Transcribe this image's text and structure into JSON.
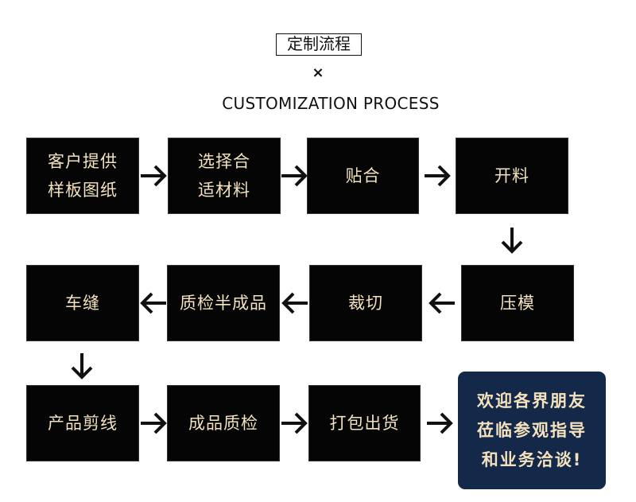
{
  "header": {
    "title_cn": "定制流程",
    "separator": "×",
    "title_en": "CUSTOMIZATION PROCESS"
  },
  "steps": [
    {
      "lines": [
        "客户提供",
        "样板图纸"
      ]
    },
    {
      "lines": [
        "选择合",
        "适材料"
      ]
    },
    {
      "lines": [
        "贴合"
      ]
    },
    {
      "lines": [
        "开料"
      ]
    },
    {
      "lines": [
        "压模"
      ]
    },
    {
      "lines": [
        "裁切"
      ]
    },
    {
      "lines": [
        "质检半成品"
      ]
    },
    {
      "lines": [
        "车缝"
      ]
    },
    {
      "lines": [
        "产品剪线"
      ]
    },
    {
      "lines": [
        "成品质检"
      ]
    },
    {
      "lines": [
        "打包出货"
      ]
    }
  ],
  "closing": {
    "lines": [
      "欢迎各界朋友",
      "莅临参观指导",
      "和业务洽谈!"
    ]
  },
  "arrows": [
    {
      "from": 1,
      "to": 2,
      "direction": "right",
      "icon": "arrow-right-icon"
    },
    {
      "from": 2,
      "to": 3,
      "direction": "right",
      "icon": "arrow-right-icon"
    },
    {
      "from": 3,
      "to": 4,
      "direction": "right",
      "icon": "arrow-right-icon"
    },
    {
      "from": 4,
      "to": 5,
      "direction": "down",
      "icon": "arrow-down-icon"
    },
    {
      "from": 5,
      "to": 6,
      "direction": "left",
      "icon": "arrow-left-icon"
    },
    {
      "from": 6,
      "to": 7,
      "direction": "left",
      "icon": "arrow-left-icon"
    },
    {
      "from": 7,
      "to": 8,
      "direction": "left",
      "icon": "arrow-left-icon"
    },
    {
      "from": 8,
      "to": 9,
      "direction": "down",
      "icon": "arrow-down-icon"
    },
    {
      "from": 9,
      "to": 10,
      "direction": "right",
      "icon": "arrow-right-icon"
    },
    {
      "from": 10,
      "to": 11,
      "direction": "right",
      "icon": "arrow-right-icon"
    },
    {
      "from": 11,
      "to": "closing",
      "direction": "right",
      "icon": "arrow-right-icon"
    }
  ],
  "colors": {
    "box_background": "#050505",
    "box_text": "#f3e2bd",
    "closing_background": "#14294a",
    "arrow": "#111111"
  }
}
